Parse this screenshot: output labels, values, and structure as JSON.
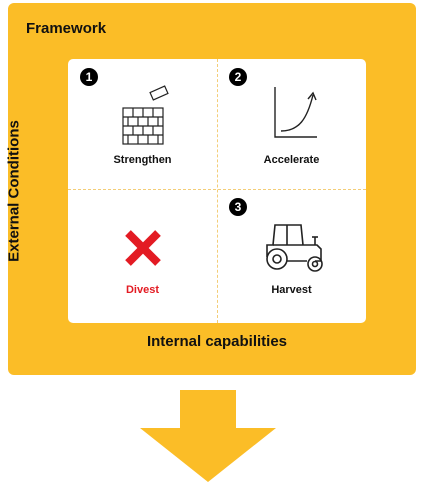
{
  "panel": {
    "title": "Framework",
    "y_axis_label": "External Conditions",
    "x_axis_label": "Internal capabilities"
  },
  "quadrants": [
    {
      "number": "1",
      "label": "Strengthen",
      "icon": "brick-wall-icon"
    },
    {
      "number": "2",
      "label": "Accelerate",
      "icon": "growth-curve-icon"
    },
    {
      "number": "",
      "label": "Divest",
      "icon": "red-x-icon",
      "label_color": "#e31b23"
    },
    {
      "number": "3",
      "label": "Harvest",
      "icon": "tractor-icon"
    }
  ],
  "colors": {
    "panel_background": "#fbbd27",
    "divest_accent": "#e31b23",
    "arrow": "#fbbd27"
  }
}
